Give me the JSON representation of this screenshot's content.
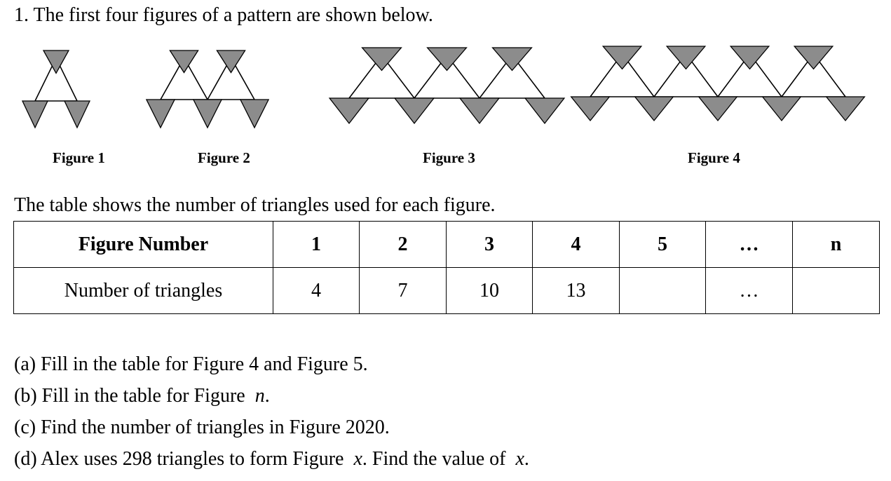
{
  "intro": "1. The first four figures of a pattern are shown below.",
  "figures": [
    {
      "label": "Figure 1",
      "units": 1
    },
    {
      "label": "Figure 2",
      "units": 2
    },
    {
      "label": "Figure 3",
      "units": 3
    },
    {
      "label": "Figure 4",
      "units": 4
    }
  ],
  "triangle_color": "#8c8c8c",
  "table_caption": "The table shows the number of triangles used for each figure.",
  "table": {
    "row1_header": "Figure Number",
    "row2_header": "Number of triangles",
    "figure_numbers": [
      "1",
      "2",
      "3",
      "4",
      "5",
      "…",
      "n"
    ],
    "triangle_counts": [
      "4",
      "7",
      "10",
      "13",
      "",
      "…",
      ""
    ]
  },
  "questions": {
    "a": "(a) Fill in the table for Figure 4 and Figure 5.",
    "b_text": "(b) Fill in the table for Figure",
    "b_var": "n",
    "b_end": ".",
    "c": "(c) Find the number of triangles in Figure 2020.",
    "d_text1": "(d) Alex uses 298 triangles to form Figure",
    "d_var1": "x",
    "d_text2": ". Find the value of",
    "d_var2": "x",
    "d_end": "."
  }
}
